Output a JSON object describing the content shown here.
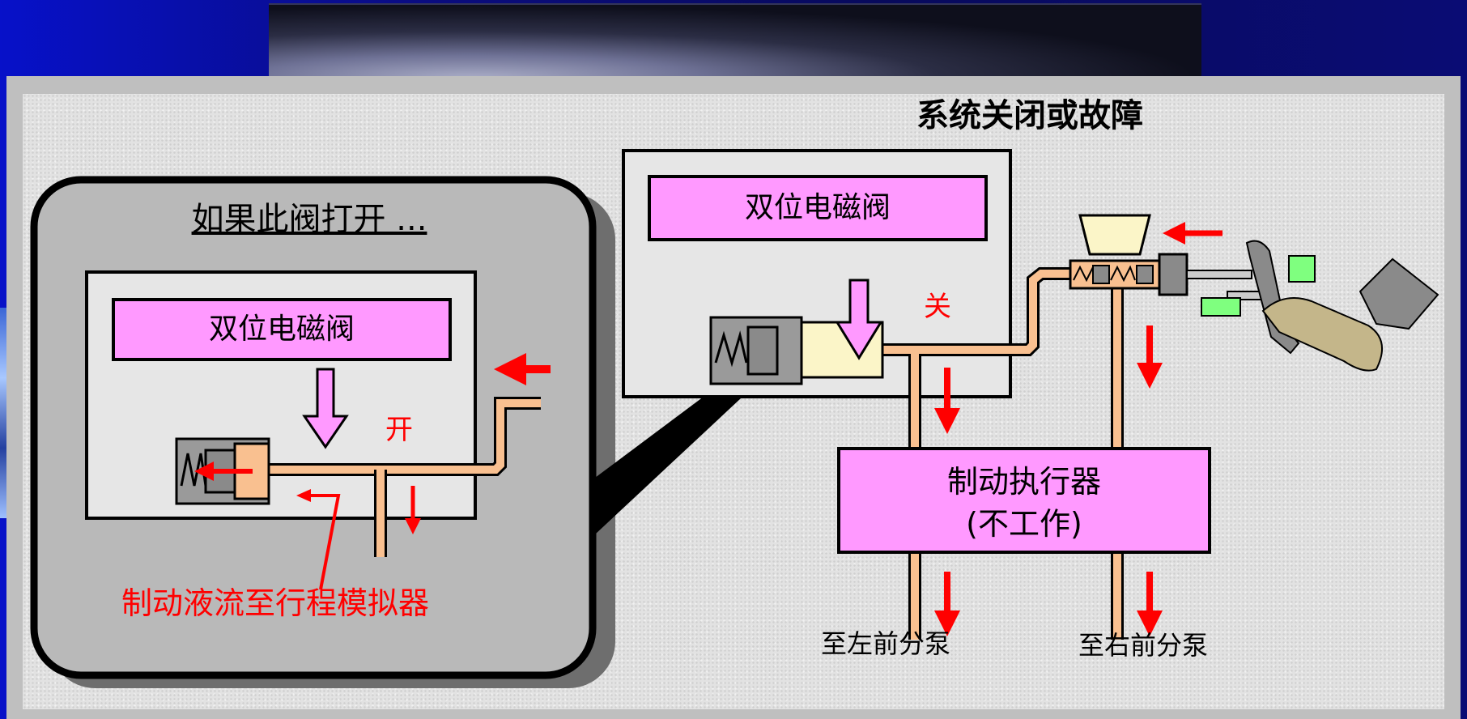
{
  "title": "系统关闭或故障",
  "callout": {
    "heading": "如果此阀打开 ...",
    "valve_label": "双位电磁阀",
    "state_label": "开",
    "flow_note": "制动液流至行程模拟器"
  },
  "main": {
    "valve_label": "双位电磁阀",
    "state_label": "关",
    "actuator_line1": "制动执行器",
    "actuator_line2": "(不工作)",
    "outlet_left": "至左前分泵",
    "outlet_right": "至右前分泵"
  },
  "colors": {
    "valve_box": "#ff99ff",
    "brake_fluid_pipe": "#f9c090",
    "flow_arrow": "#ff0000",
    "panel_background": "#e6e6e6",
    "callout_fill": "#b7b7b7"
  }
}
